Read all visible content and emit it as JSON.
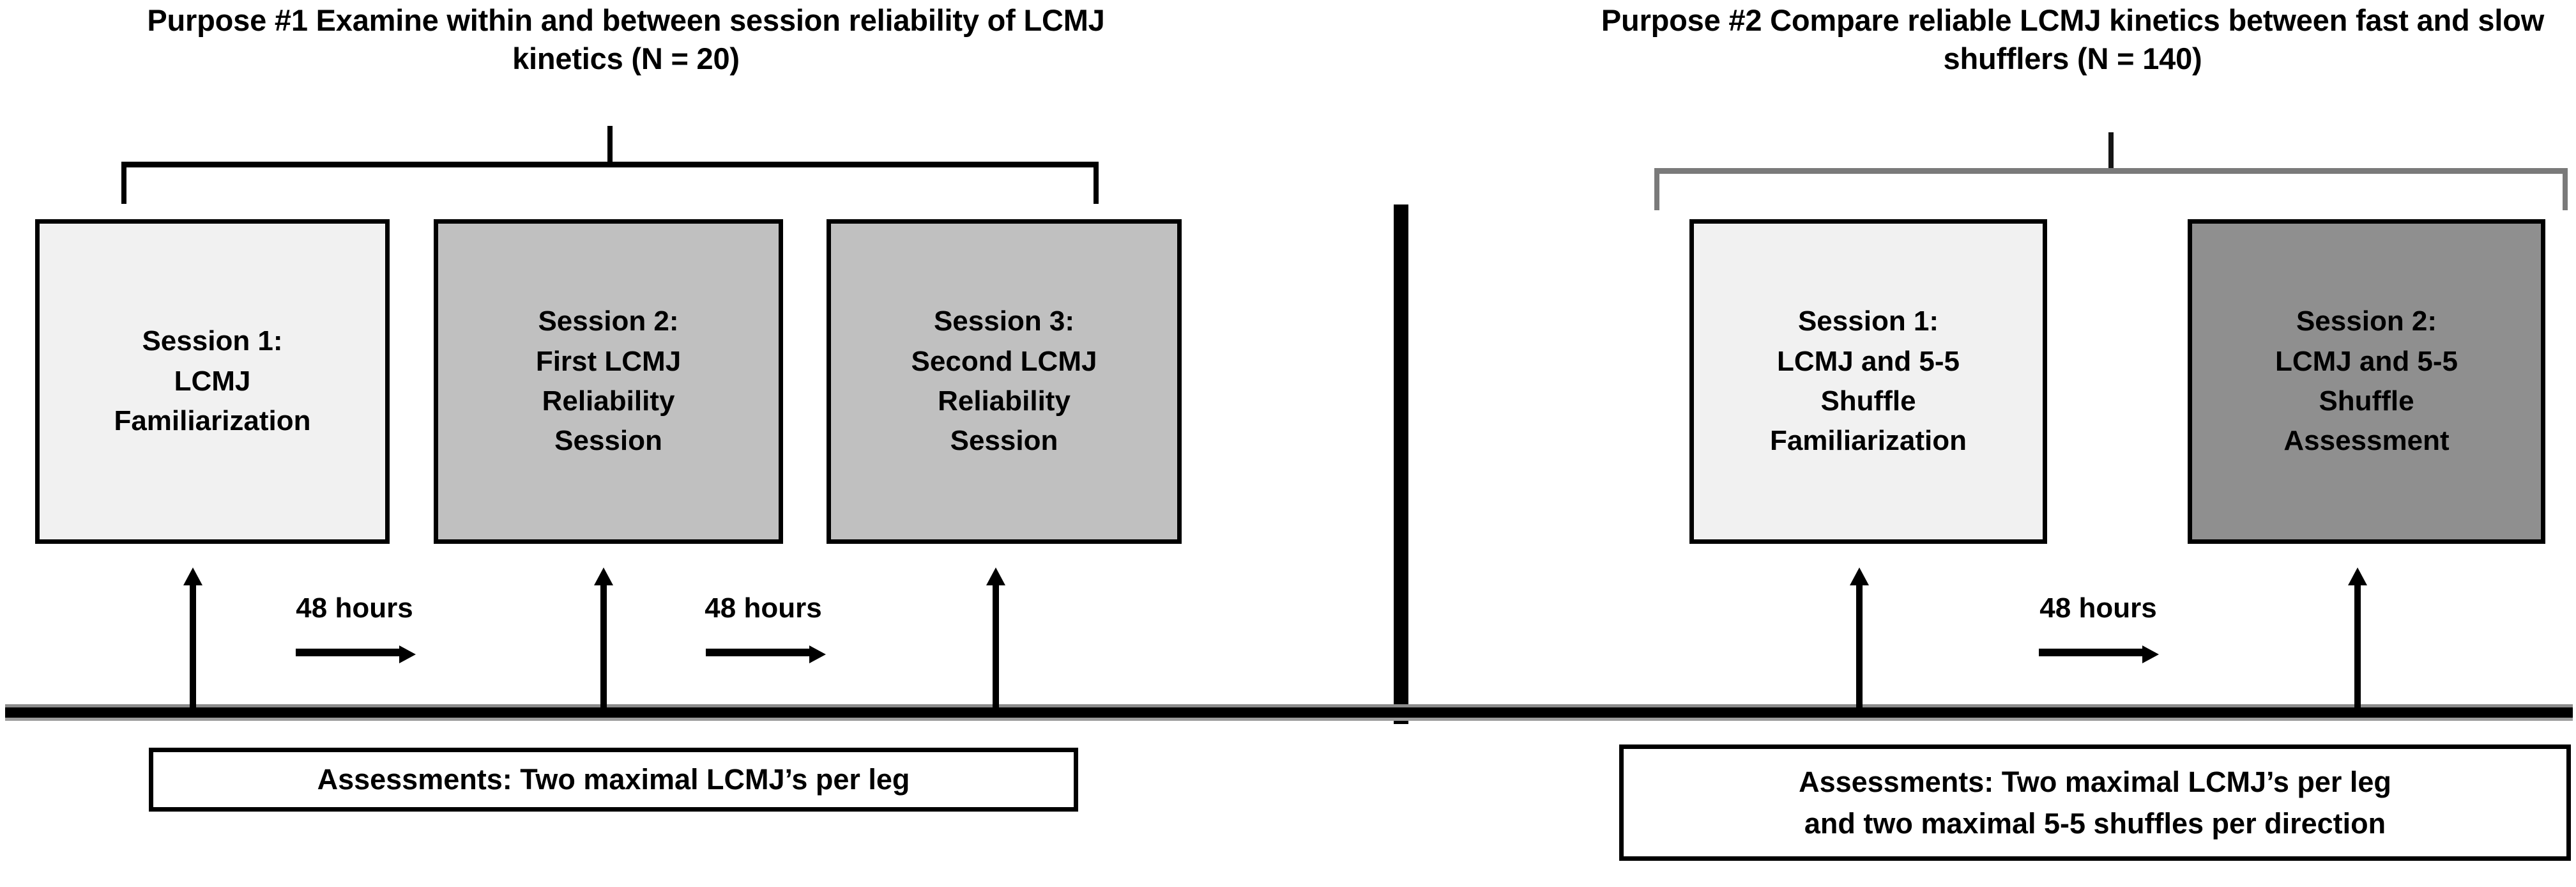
{
  "purposes": [
    {
      "heading_line1": "Purpose #1 Examine within and between session",
      "heading_line2": "reliability of LCMJ kinetics (N = 20)"
    },
    {
      "heading_line1": "Purpose #2 Compare reliable LCMJ kinetics",
      "heading_line2": "between fast and slow shufflers (N = 140)"
    }
  ],
  "study1": {
    "boxes": [
      {
        "fill": "#f1f1f1",
        "lines": [
          "Session 1:",
          "LCMJ",
          "Familiarization"
        ]
      },
      {
        "fill": "#c0c0c0",
        "lines": [
          "Session 2:",
          "First LCMJ",
          "Reliability",
          "Session"
        ]
      },
      {
        "fill": "#c0c0c0",
        "lines": [
          "Session 3:",
          "Second LCMJ",
          "Reliability",
          "Session"
        ]
      }
    ],
    "gaps": [
      "48 hours",
      "48 hours"
    ],
    "assessment_lines": [
      "Assessments: Two maximal LCMJ’s per leg"
    ]
  },
  "study2": {
    "boxes": [
      {
        "fill": "#f1f1f1",
        "lines": [
          "Session 1:",
          "LCMJ and 5-5",
          "Shuffle",
          "Familiarization"
        ]
      },
      {
        "fill": "#8f8f8f",
        "lines": [
          "Session 2:",
          "LCMJ and 5-5",
          "Shuffle",
          "Assessment"
        ]
      }
    ],
    "gaps": [
      "48 hours"
    ],
    "assessment_lines": [
      "Assessments: Two maximal LCMJ’s per leg",
      "and two maximal 5-5 shuffles per direction"
    ]
  },
  "colors": {
    "line": "#000000",
    "bracket_left": "#000000",
    "bracket_right": "#7a7a7a",
    "box_light": "#f1f1f1",
    "box_mid": "#c0c0c0",
    "box_dark": "#8f8f8f",
    "background": "#ffffff"
  }
}
